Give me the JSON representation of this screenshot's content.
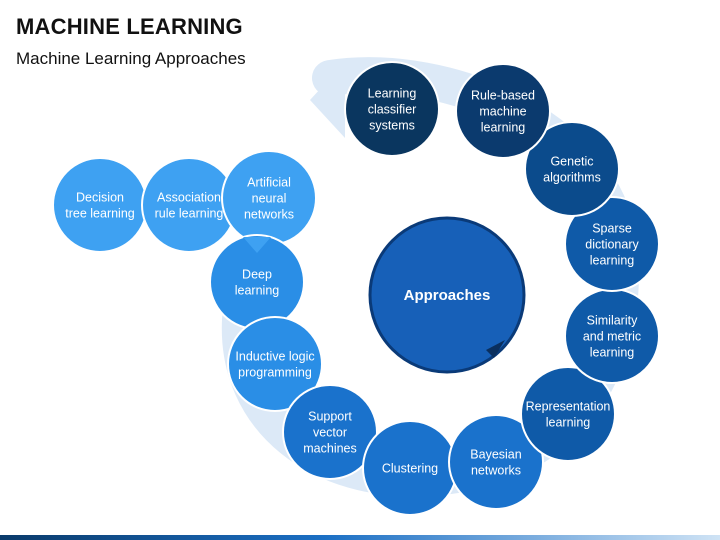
{
  "header": {
    "title": "MACHINE LEARNING",
    "subtitle": "Machine Learning Approaches"
  },
  "center": {
    "label": "Approaches"
  },
  "nodes": [
    {
      "id": "decision-tree-learning",
      "lines": [
        "Decision",
        "tree learning"
      ],
      "color": "#3ea1f2"
    },
    {
      "id": "association-rule-learning",
      "lines": [
        "Association",
        "rule learning"
      ],
      "color": "#3ea1f2"
    },
    {
      "id": "artificial-neural-networks",
      "lines": [
        "Artificial",
        "neural",
        "networks"
      ],
      "color": "#3ea1f2"
    },
    {
      "id": "deep-learning",
      "lines": [
        "Deep",
        "learning"
      ],
      "color": "#2a8ee6"
    },
    {
      "id": "inductive-logic-programming",
      "lines": [
        "Inductive logic",
        "programming"
      ],
      "color": "#2a8ee6"
    },
    {
      "id": "support-vector-machines",
      "lines": [
        "Support",
        "vector",
        "machines"
      ],
      "color": "#1a72cc"
    },
    {
      "id": "clustering",
      "lines": [
        "Clustering"
      ],
      "color": "#1a72cc"
    },
    {
      "id": "bayesian-networks",
      "lines": [
        "Bayesian",
        "networks"
      ],
      "color": "#1a72cc"
    },
    {
      "id": "representation-learning",
      "lines": [
        "Representation",
        "learning"
      ],
      "color": "#0f5aa8"
    },
    {
      "id": "similarity-and-metric-learning",
      "lines": [
        "Similarity",
        "and metric",
        "learning"
      ],
      "color": "#0f5aa8"
    },
    {
      "id": "sparse-dictionary-learning",
      "lines": [
        "Sparse",
        "dictionary",
        "learning"
      ],
      "color": "#0f5aa8"
    },
    {
      "id": "genetic-algorithms",
      "lines": [
        "Genetic",
        "algorithms"
      ],
      "color": "#0b4b8c"
    },
    {
      "id": "rule-based-machine-learning",
      "lines": [
        "Rule-based",
        "machine",
        "learning"
      ],
      "color": "#0b3a6e"
    },
    {
      "id": "learning-classifier-systems",
      "lines": [
        "Learning",
        "classifier",
        "systems"
      ],
      "color": "#0a365f"
    }
  ],
  "colors": {
    "ring": "#dce9f7",
    "center_fill": "#1760b8",
    "center_stroke": "#0a3a78",
    "node_stroke": "#ffffff"
  }
}
